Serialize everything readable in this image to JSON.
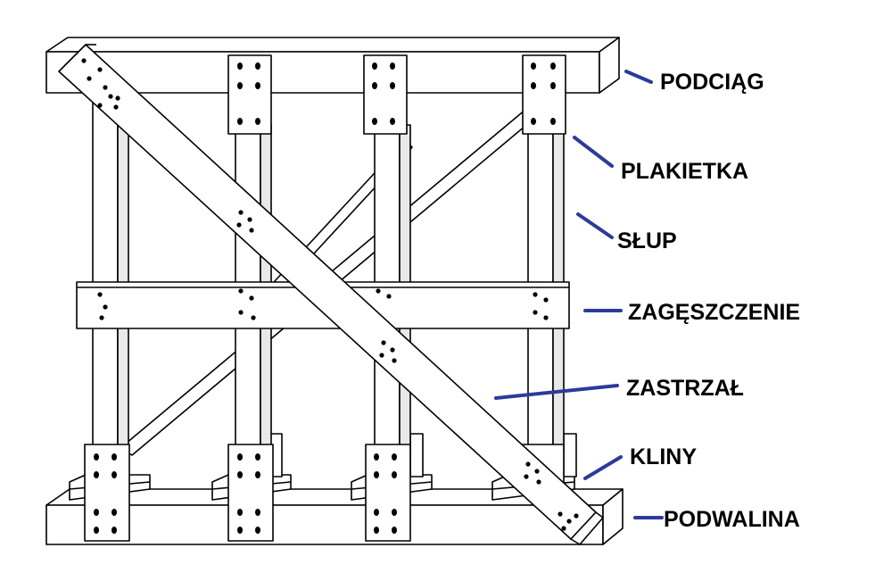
{
  "colors": {
    "background": "#ffffff",
    "outline": "#000000",
    "leader": "#2e3a9a",
    "bolt": "#000000"
  },
  "labels": {
    "podciag": "PODCIĄG",
    "plakietka": "PLAKIETKA",
    "slup": "SŁUP",
    "zageszczenie": "ZAGĘSZCZENIE",
    "zastrzal": "ZASTRZAŁ",
    "kliny": "KLINY",
    "podwalina": "PODWALINA"
  }
}
